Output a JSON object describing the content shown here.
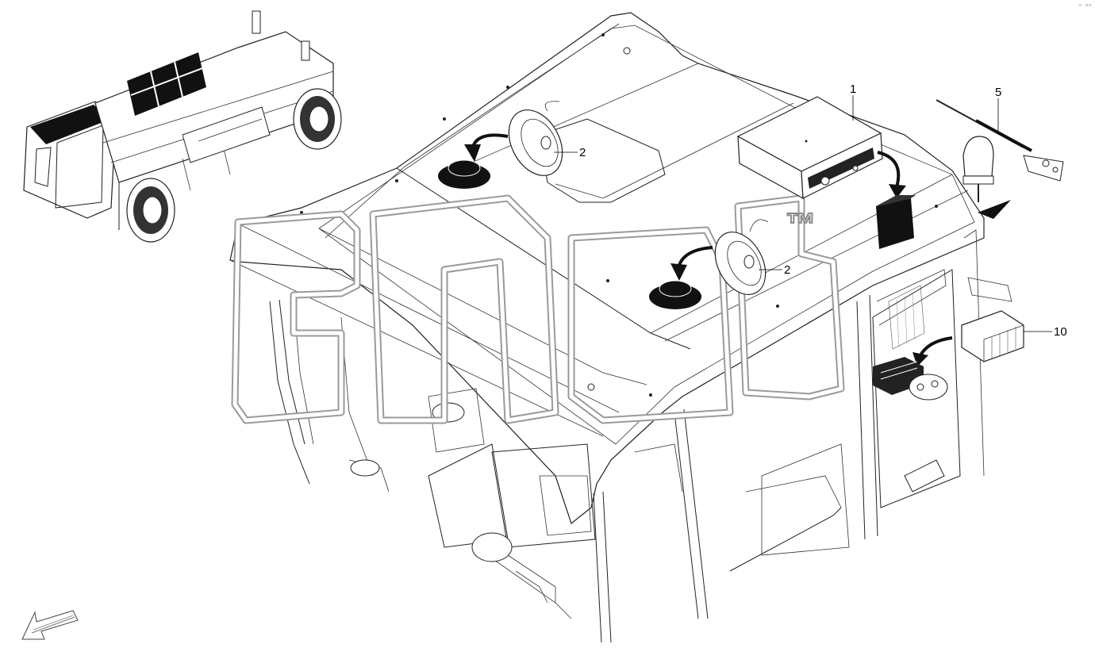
{
  "callouts": [
    {
      "id": "1",
      "label": "1"
    },
    {
      "id": "2a",
      "label": "2"
    },
    {
      "id": "2b",
      "label": "2"
    },
    {
      "id": "5",
      "label": "5"
    },
    {
      "id": "10",
      "label": "10"
    }
  ],
  "watermark": {
    "trademark": "™"
  },
  "corner_mark": "▫ ▫▫",
  "icons": [
    "machine-overview-icon",
    "direction-arrow-icon",
    "radio-unit-icon",
    "speaker-icon",
    "antenna-icon",
    "beacon-icon",
    "converter-icon"
  ]
}
